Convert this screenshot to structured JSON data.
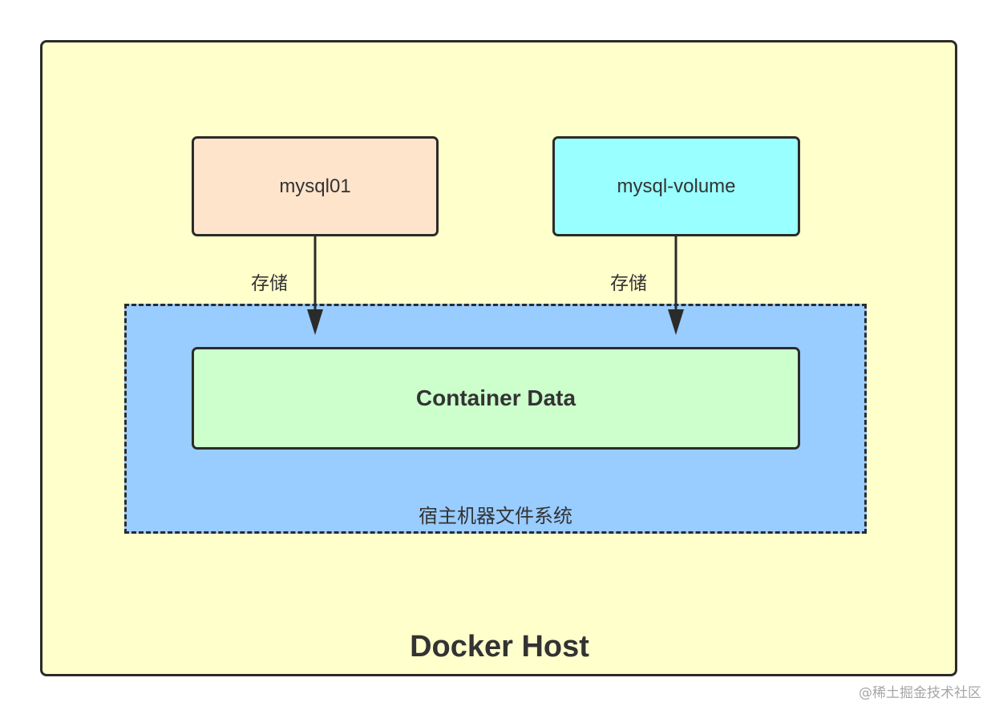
{
  "diagram": {
    "host": {
      "label": "Docker Host"
    },
    "host_filesystem": {
      "label": "宿主机器文件系统"
    },
    "nodes": {
      "mysql01": {
        "label": "mysql01",
        "color": "#ffe4cc"
      },
      "mysql_volume": {
        "label": "mysql-volume",
        "color": "#99ffff"
      },
      "container_data": {
        "label": "Container Data",
        "color": "#ccffcc"
      }
    },
    "edges": [
      {
        "from": "mysql01",
        "to": "host_filesystem",
        "label": "存储"
      },
      {
        "from": "mysql_volume",
        "to": "host_filesystem",
        "label": "存储"
      }
    ],
    "colors": {
      "host_bg": "#ffffcc",
      "filesystem_bg": "#99ccff",
      "stroke": "#2b2b2b"
    }
  },
  "watermark": "@稀土掘金技术社区"
}
